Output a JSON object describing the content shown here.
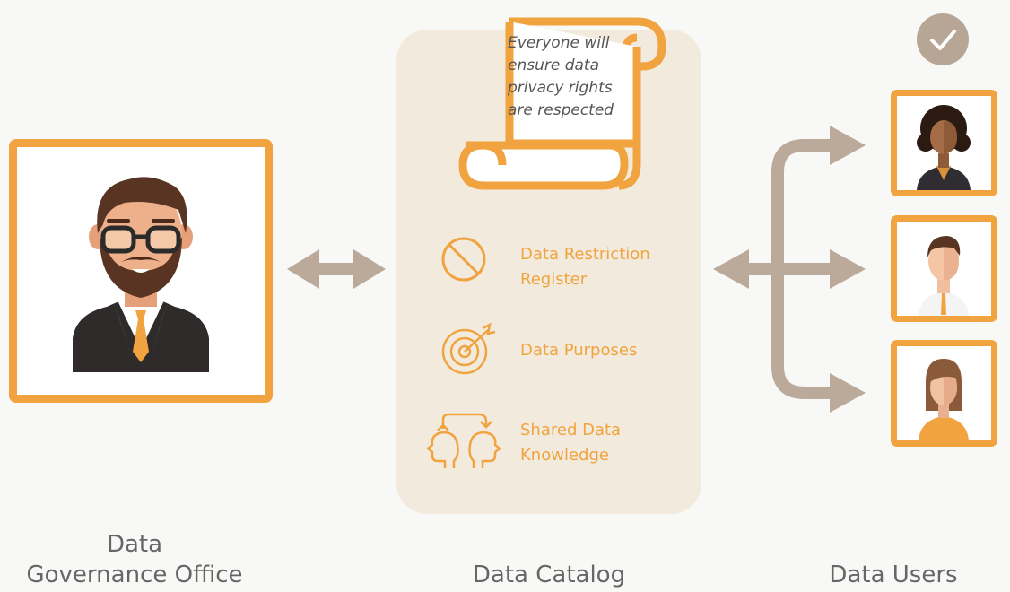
{
  "scroll": {
    "lines": [
      "Everyone will",
      "ensure data",
      "privacy rights",
      "are respected"
    ]
  },
  "features": [
    {
      "label_line1": "Data Restriction",
      "label_line2": "Register",
      "icon": "no-entry-icon"
    },
    {
      "label_line1": "Data Purposes",
      "icon": "target-icon"
    },
    {
      "label_line1": "Shared Data",
      "label_line2": "Knowledge",
      "icon": "shared-knowledge-icon"
    }
  ],
  "captions": {
    "governance_line1": "Data",
    "governance_line2": "Governance Office",
    "catalog": "Data Catalog",
    "users": "Data Users"
  },
  "colors": {
    "accent": "#f0a33f",
    "arrow": "#bba999",
    "panel": "#f2ebdd",
    "text": "#666666"
  }
}
